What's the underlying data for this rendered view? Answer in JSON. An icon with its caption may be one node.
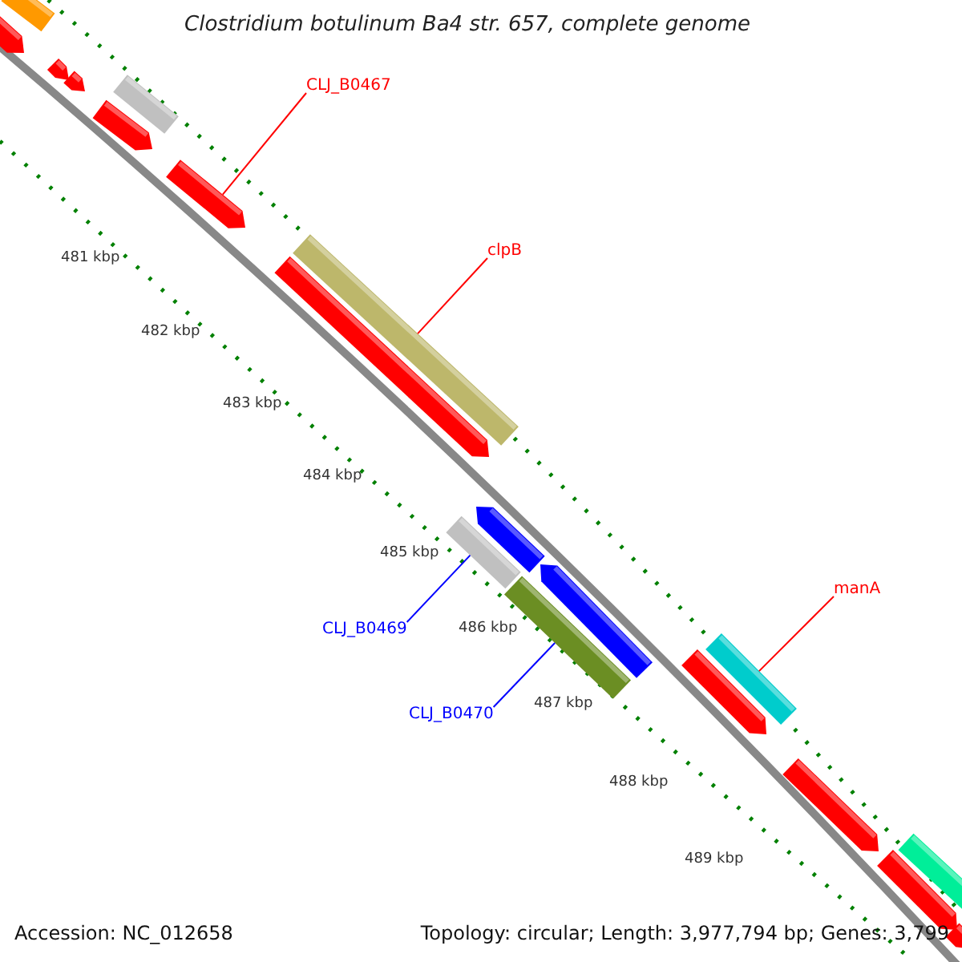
{
  "diagram": {
    "title": "Clostridium botulinum Ba4 str. 657, complete genome",
    "nodes": [
      {
        "text": [
          "CLJ_B0467"
        ]
      },
      {
        "text": [],
        "shape": "bar"
      },
      {
        "text": [
          "clpB"
        ]
      },
      {
        "text": [],
        "shape": "bar"
      },
      {
        "text": [
          "manA"
        ]
      },
      {
        "text": [],
        "shape": "bar"
      },
      {
        "text": [
          "CLJ_B0469"
        ]
      },
      {
        "text": [],
        "shape": "bar"
      },
      {
        "text": [
          "CLJ_B0470"
        ]
      },
      {
        "text": [],
        "shape": "bar"
      },
      {
        "text": [],
        "shape": "bar"
      },
      {
        "text": [],
        "shape": "bar"
      },
      {
        "text": [],
        "shape": "bar"
      },
      {
        "text": [],
        "shape": "bar"
      },
      {
        "text": [],
        "shape": "bar"
      },
      {
        "text": [],
        "shape": "bar"
      },
      {
        "text": [],
        "shape": "bar"
      },
      {
        "text": [],
        "shape": "bar"
      },
      {
        "text": [],
        "shape": "bar"
      },
      {
        "text": [],
        "shape": "bar"
      },
      {
        "text": [],
        "shape": "bar"
      },
      {
        "text": [],
        "shape": "bar"
      },
      {
        "text": [],
        "shape": "bar"
      },
      {
        "text": [],
        "shape": "bar"
      }
    ],
    "edges": [
      {
        "from": 0,
        "to": 1,
        "arrow": "none"
      },
      {
        "from": 2,
        "to": 3,
        "arrow": "none"
      },
      {
        "from": 4,
        "to": 5,
        "arrow": "none"
      },
      {
        "from": 6,
        "to": 7,
        "arrow": "none",
        "color": "#0000ff"
      },
      {
        "from": 8,
        "to": 9,
        "arrow": "none",
        "color": "#0000ff"
      }
    ],
    "labels": [
      "481 kbp",
      "482 kbp",
      "483 kbp",
      "484 kbp",
      "485 kbp",
      "486 kbp",
      "487 kbp",
      "488 kbp",
      "489 kbp",
      "Accession: NC_012658",
      "Topology: circular; Length: 3,977,794 bp; Genes: 3,799"
    ]
  }
}
